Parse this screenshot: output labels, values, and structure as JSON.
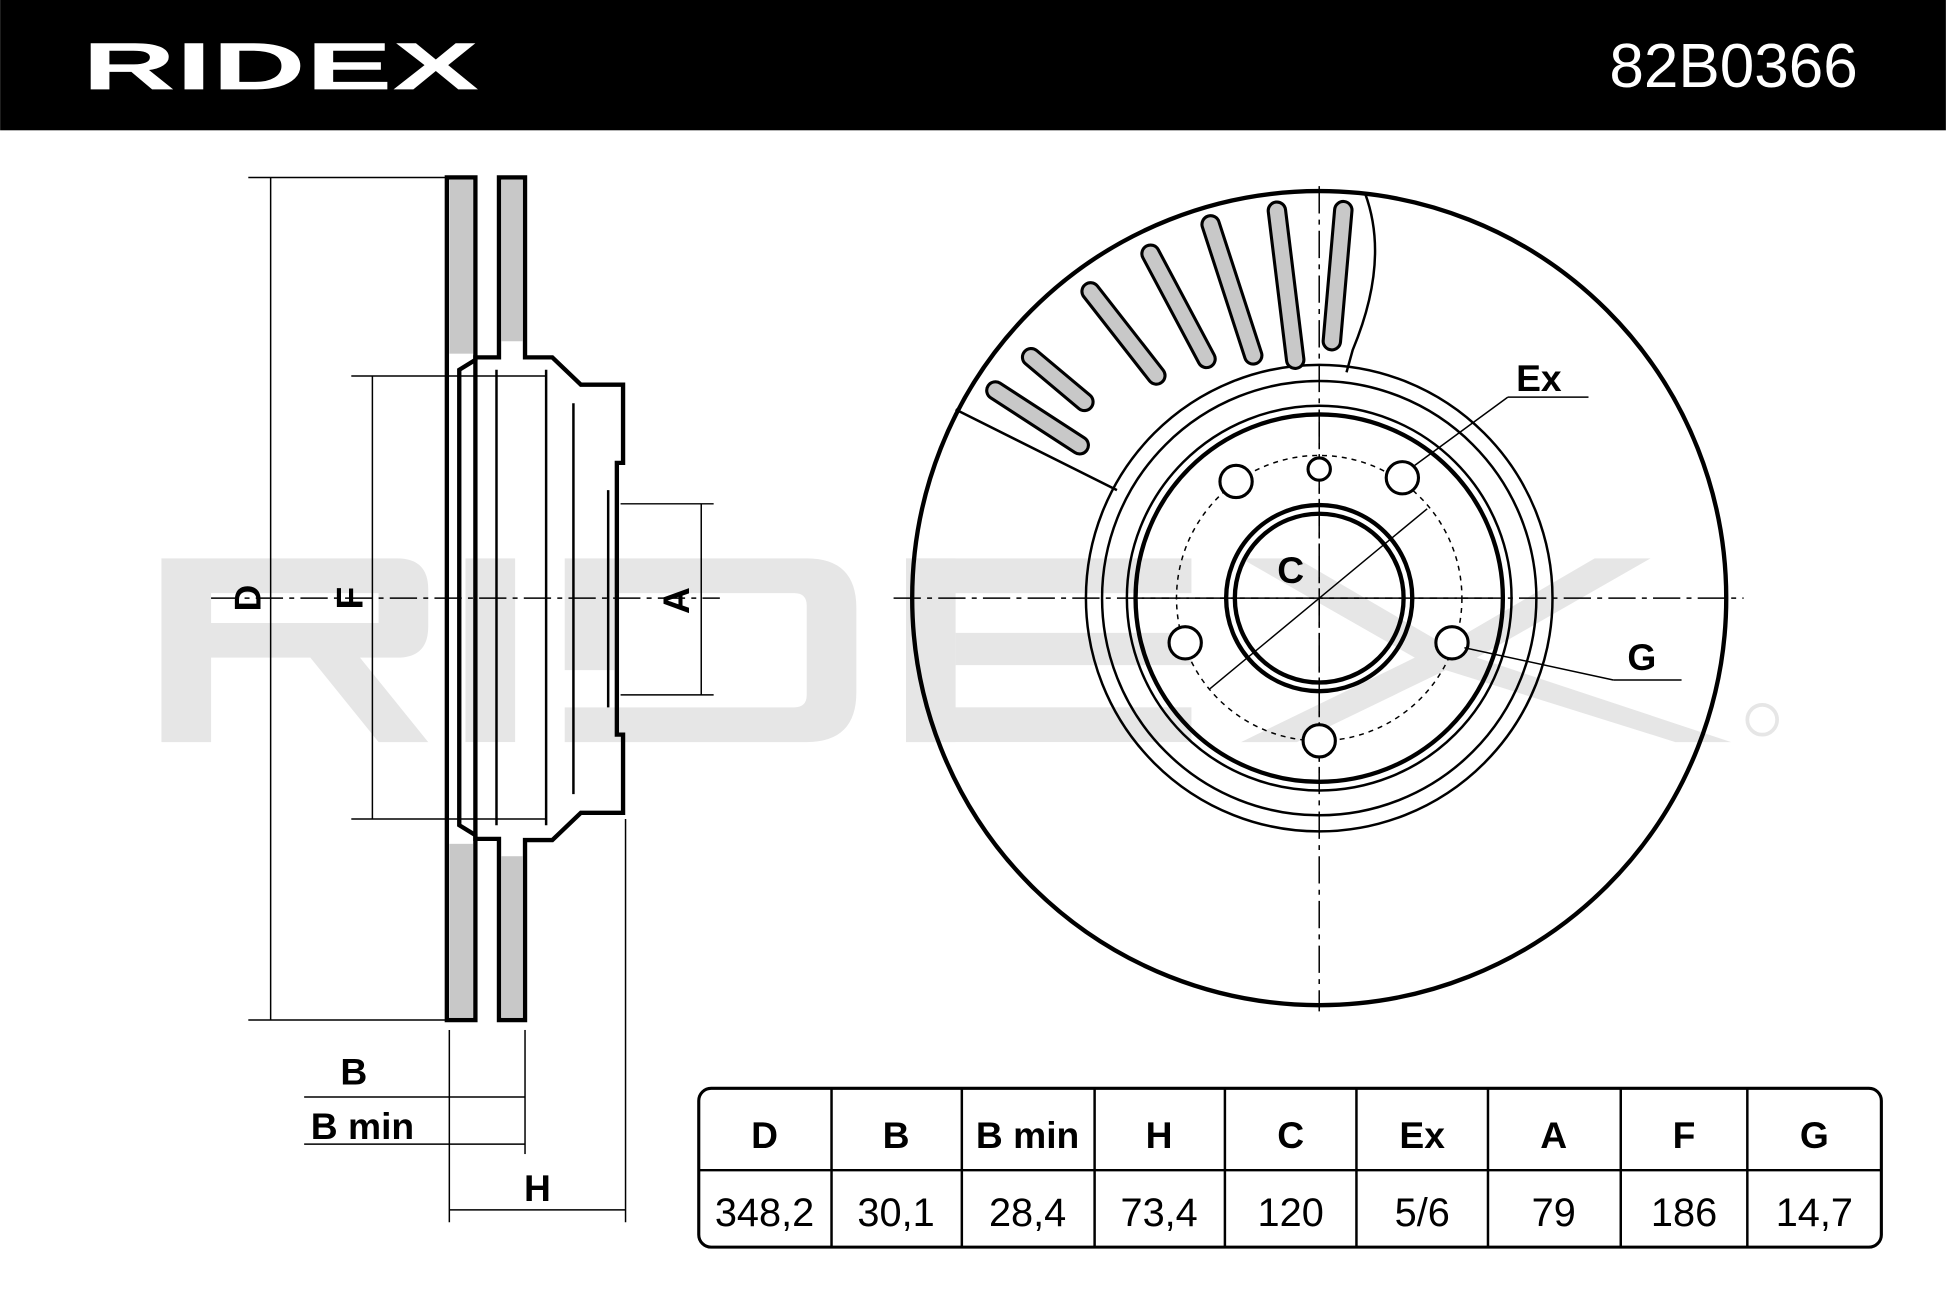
{
  "header": {
    "brand": "RIDEX",
    "part_number": "82B0366"
  },
  "watermark": "RIDEX",
  "labels": {
    "D": "D",
    "F": "F",
    "A": "A",
    "B": "B",
    "B_min": "B min",
    "H": "H",
    "C": "C",
    "Ex": "Ex",
    "G": "G"
  },
  "table": {
    "headers": [
      "D",
      "B",
      "B min",
      "H",
      "C",
      "Ex",
      "A",
      "F",
      "G"
    ],
    "values": [
      "348,2",
      "30,1",
      "28,4",
      "73,4",
      "120",
      "5/6",
      "79",
      "186",
      "14,7"
    ]
  },
  "colors": {
    "header_bg": "#000000",
    "watermark": "#e6e6e6",
    "vent_fill": "#c8c8c8"
  }
}
